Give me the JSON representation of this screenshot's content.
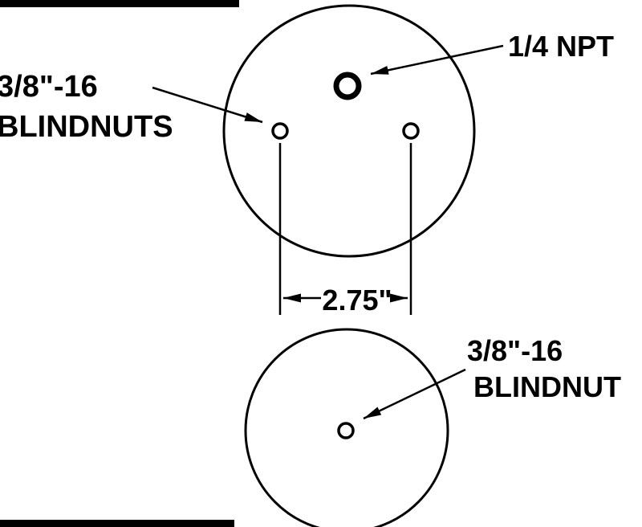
{
  "diagram": {
    "title": "air spring mounting plate hole pattern",
    "top_view": {
      "npt_label": "1/4 NPT",
      "blindnuts_label_line1": "3/8\"-16",
      "blindnuts_label_line2": "BLINDNUTS",
      "dimension_label": "2.75\""
    },
    "bottom_view": {
      "blindnut_label_line1": "3/8\"-16",
      "blindnut_label_line2": "BLINDNUT"
    },
    "colors": {
      "line": "#000000",
      "background": "#ffffff"
    }
  }
}
